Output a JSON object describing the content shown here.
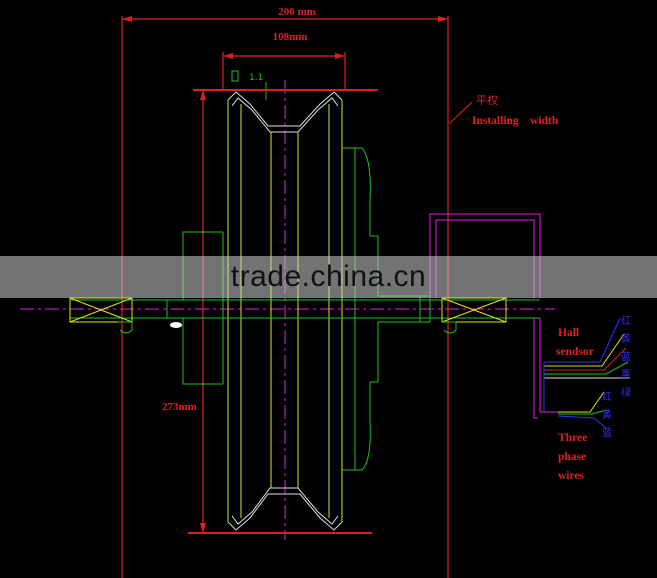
{
  "dimensions": {
    "overall_width": "200 mm",
    "rim_width": "108mm",
    "diameter": "273mm"
  },
  "tolerance_note": "1.1",
  "labels": {
    "installing_cn": "平权",
    "installing_width": "Installing    width",
    "hall_sensor": [
      "Hall",
      "sendsor"
    ],
    "three_phase": [
      "Three",
      "phase",
      "wires"
    ]
  },
  "wire_labels": [
    "红",
    "黄",
    "蓝",
    "黑",
    "绿",
    "红",
    "黄",
    "蓝"
  ],
  "watermark": "trade.china.cn",
  "colors": {
    "dimension": "#e02020",
    "outline_green": "#20c020",
    "outline_yellow": "#e0e020",
    "axis_magenta": "#e020e0",
    "wire_blue": "#3030ff",
    "watermark_band": "#d2d2d2"
  }
}
